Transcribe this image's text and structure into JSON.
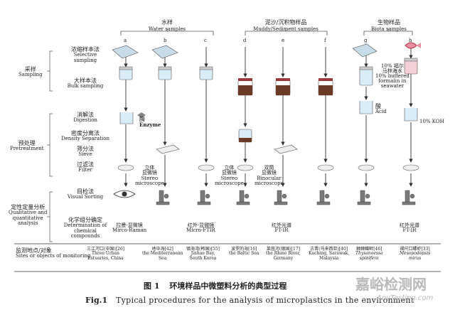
{
  "groups": {
    "water": {
      "cn": "水样",
      "en": "Water samples"
    },
    "muddy": {
      "cn": "泥沙/沉积物样品",
      "en": "Muddy/Sediment samples"
    },
    "biota": {
      "cn": "生物样品",
      "en": "Biota samples"
    }
  },
  "columns": [
    "a",
    "b",
    "c",
    "d",
    "e",
    "f",
    "g",
    "h"
  ],
  "stages": {
    "sampling": {
      "cn": "采样",
      "en": "Sampling"
    },
    "pretreatment": {
      "cn": "预处理",
      "en": "Pretreatment"
    },
    "qualitative": {
      "cn": "定性定量分析",
      "en1": "Qualitative and",
      "en2": "quantitative",
      "en3": "analysis"
    },
    "monitoring": {
      "cn": "监测地点/对象",
      "en": "Sites or objects of monitoring"
    }
  },
  "methods": {
    "selective": {
      "cn": "浓缩样本法",
      "en1": "Selective",
      "en2": "sampling"
    },
    "bulk": {
      "cn": "大样本法",
      "en": "Bulk sampling"
    },
    "digestion": {
      "cn": "消解法",
      "en": "Digestion"
    },
    "density": {
      "cn": "密度分离法",
      "en": "Density Separation"
    },
    "sieve": {
      "cn": "筛分法",
      "en": "Sieve"
    },
    "filter": {
      "cn": "过滤法",
      "en": "Filter"
    },
    "visual": {
      "cn": "目检法",
      "en": "Visual Sorting"
    },
    "chemical": {
      "cn": "化学组分确定",
      "en1": "Determination of",
      "en2": "chemical",
      "en3": "compounds"
    }
  },
  "labels": {
    "enzyme_cn": "酶",
    "enzyme_en": "Enzyme",
    "formalin": [
      "10% 福尔",
      "马林海水",
      "10% buffered",
      "formalin in",
      "seawater"
    ],
    "acid_cn": "酸",
    "acid_en": "Acid",
    "koh": "10% KOH",
    "stereo1": [
      "立体",
      "显微镜",
      "Stereo",
      "microscope"
    ],
    "stereo2": [
      "立体",
      "显微镜",
      "Stereo",
      "microscope"
    ],
    "binocular": [
      "双筒",
      "显微镜",
      "Binocular",
      "microscope"
    ]
  },
  "analysis": {
    "raman": {
      "cn": "拉曼-显微镜",
      "en": "Mirco-Raman"
    },
    "microftir": {
      "cn": "红外-显微镜",
      "en": "Micro-FTIR"
    },
    "ftir1": {
      "cn": "红外光谱",
      "en": "FT-IR"
    },
    "ftir2": {
      "cn": "红外光谱",
      "en": "FT-IR"
    }
  },
  "sites": {
    "s1": {
      "cn": "三江河口(中国)",
      "ref": "[26]",
      "en1": "Three Urban",
      "en2": "Estuaries, China"
    },
    "s2": {
      "cn": "地中海",
      "ref": "[42]",
      "en1": "the Mediterranean",
      "en2": "Sea"
    },
    "s3": {
      "cn": "镇海湾(韩国)",
      "ref": "[55]",
      "en1": "Jinhae Bay,",
      "en2": "South Korea"
    },
    "s4": {
      "cn": "波罗的海",
      "ref": "[16]",
      "en1": "the Baltic Sea",
      "en2": ""
    },
    "s5": {
      "cn": "莱茵河(德国)",
      "ref": "[17]",
      "en1": "the Rhine River,",
      "en2": "Germany"
    },
    "s6": {
      "cn": "古晋(马来西亚)",
      "ref": "[40]",
      "en1": "Kuching, Sarawak,",
      "en2": "Malaysia"
    },
    "s7": {
      "cn": "棘棘鲽鲆",
      "ref": "[46]",
      "en1": "Thysanoessa",
      "en2": "spinifera"
    },
    "s8": {
      "cn": "褶尺口螺虾",
      "ref": "[33]",
      "en1": "Mesopodopsis",
      "en2": "mirus"
    }
  },
  "caption": {
    "cn_label": "图 1",
    "cn_text": "环境样品中微塑料分析的典型过程",
    "en_label": "Fig.1",
    "en_text": "Typical procedures for the analysis of microplastics in the environment"
  },
  "watermark": {
    "cn": "嘉峪检测网",
    "en": "AnyTesting.com"
  },
  "colors": {
    "line": "#333333",
    "bracket": "#555555",
    "liquid": "#7ab3d8",
    "sediment": "#6b3a26",
    "pink": "#e88fa0",
    "watermark": "#b9b9b9"
  }
}
